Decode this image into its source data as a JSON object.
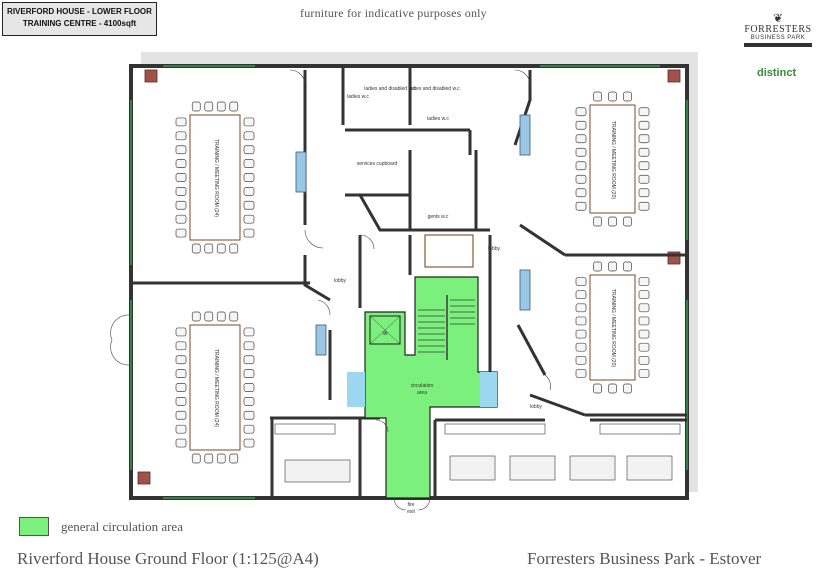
{
  "header": {
    "title_line1": "RIVERFORD HOUSE - LOWER FLOOR",
    "title_line2": "TRAINING CENTRE - 4100sqft",
    "note": "furniture for indicative purposes only"
  },
  "brand": {
    "name": "FORRESTERS",
    "subtitle": "BUSINESS PARK",
    "partner": "distinct"
  },
  "rooms": {
    "training_a": "TRAINING / MEETING ROOM (24)",
    "training_b": "TRAINING / MEETING ROOM (24)",
    "training_c": "TRAINING / MEETING ROOM (20)",
    "training_d": "TRAINING / MEETING ROOM (20)",
    "ladies_wc": "ladies w.c",
    "ladies_disabled": "ladies and disabled w.c",
    "ladies_disabled_2": "ladies and disabled w.c",
    "ladies_wc_2": "ladies w.c",
    "services_cupboard": "services cupboard",
    "gents_wc": "gents w.c",
    "lobby_1": "lobby",
    "lobby_2": "lobby",
    "lobby_3": "lobby",
    "lift": "lift",
    "circulation_line1": "circulation",
    "circulation_line2": "area",
    "fire_exit_line1": "fire",
    "fire_exit_line2": "exit"
  },
  "legend": {
    "label": "general circulation area",
    "color": "#7cf07c"
  },
  "footer": {
    "left": "Riverford House Ground Floor (1:125@A4)",
    "right": "Forresters Business Park - Estover"
  }
}
